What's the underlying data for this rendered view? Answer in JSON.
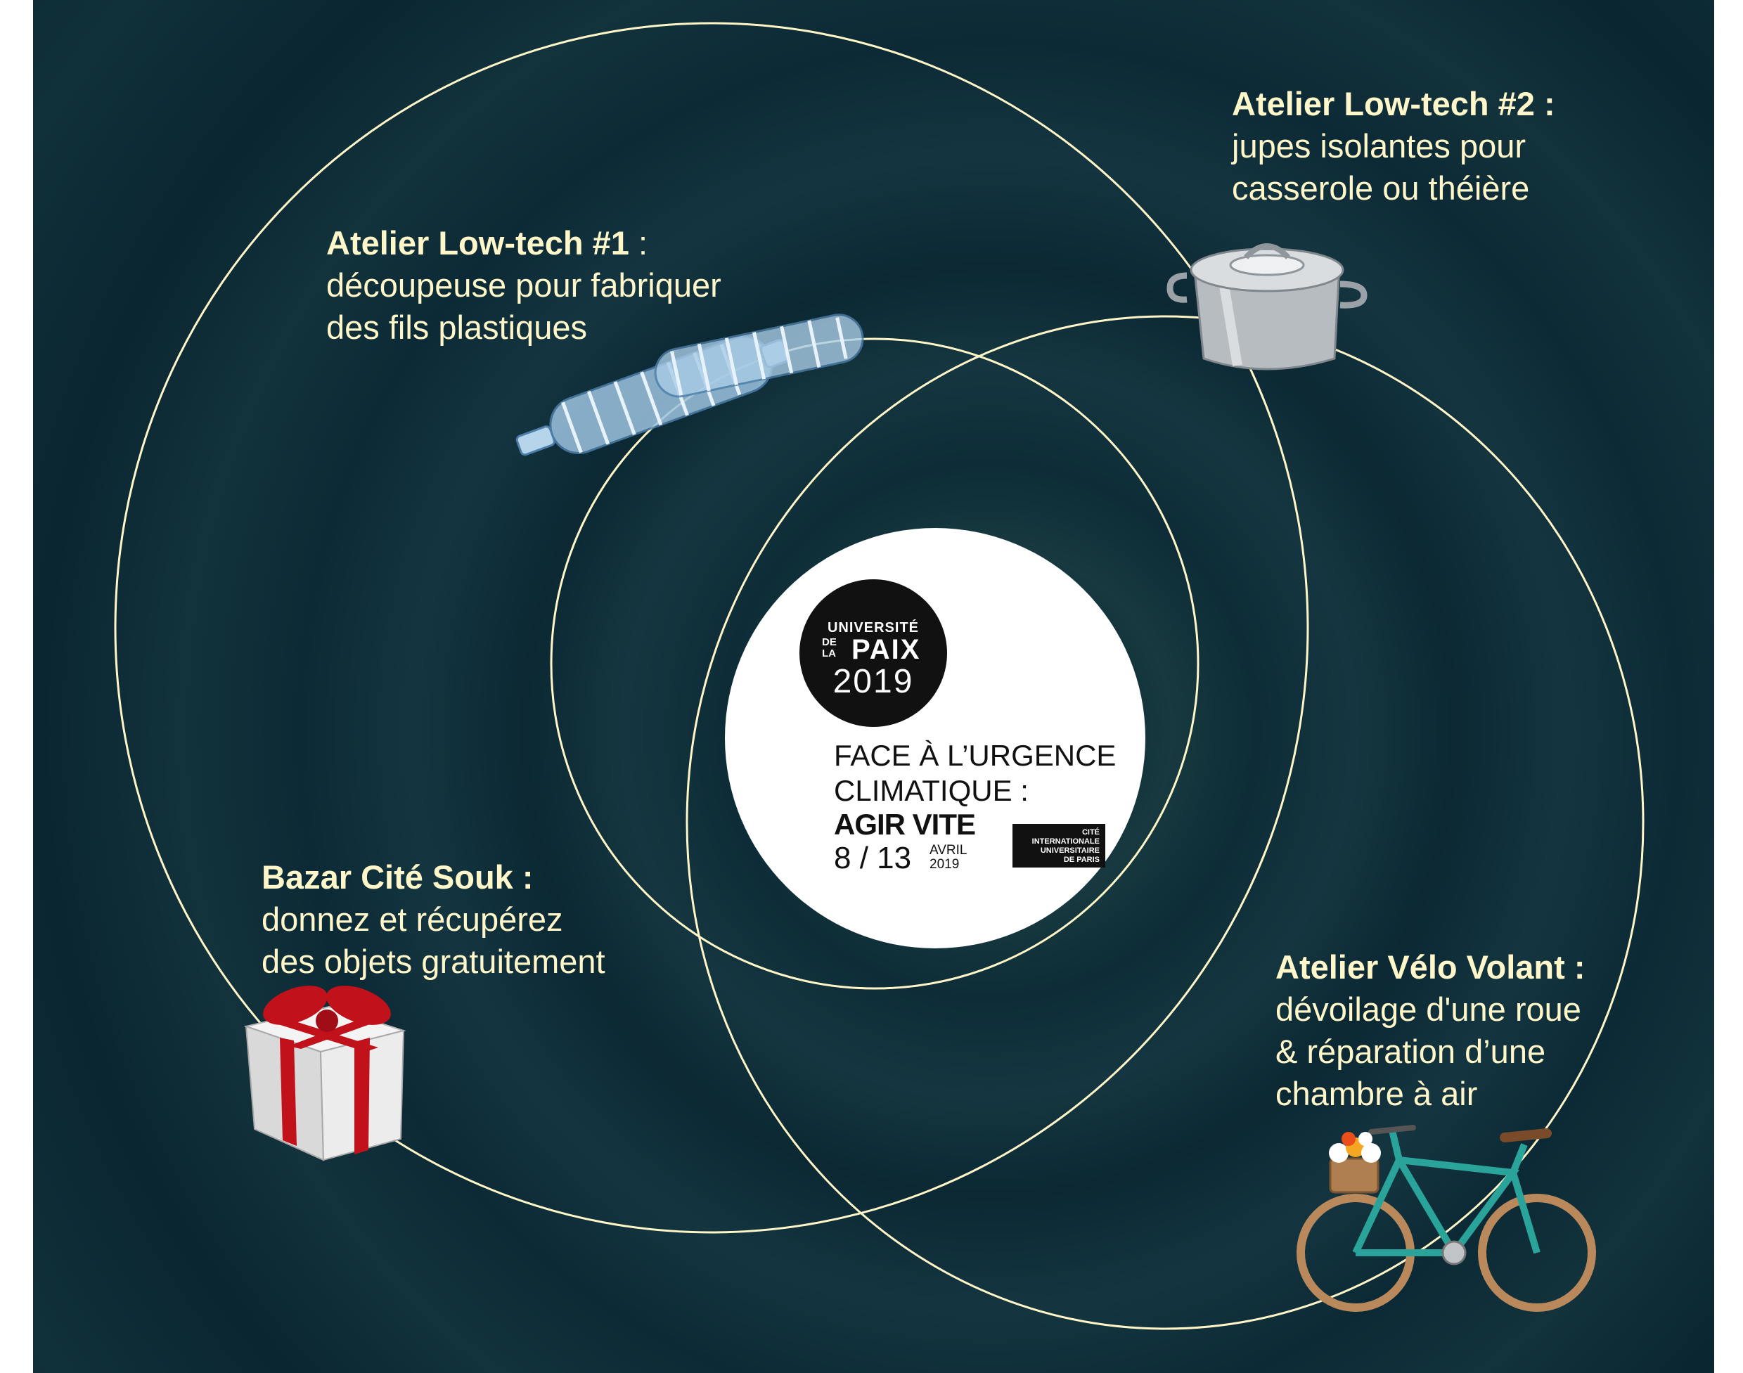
{
  "labels": {
    "lowtech1": {
      "title": "Atelier Low-tech  #1",
      "sep": " :",
      "lines": [
        "découpeuse pour fabriquer",
        "des fils plastiques"
      ]
    },
    "lowtech2": {
      "title": "Atelier Low-tech #2 :",
      "lines": [
        "jupes isolantes pour",
        "casserole ou théière"
      ]
    },
    "bazar": {
      "title": "Bazar Cité Souk :",
      "lines": [
        "donnez et récupérez",
        "des objets gratuitement"
      ]
    },
    "velo": {
      "title": "Atelier Vélo Volant :",
      "lines": [
        "dévoilage d'une roue",
        "& réparation d’une",
        "chambre à air"
      ]
    }
  },
  "center": {
    "badge": {
      "line1": "UNIVERSITÉ",
      "line2a": "DE",
      "line2b": "LA",
      "line3": "PAIX",
      "line4": "2019"
    },
    "heading1": "FACE À L’URGENCE",
    "heading2": "CLIMATIQUE :",
    "heading3": "AGIR VITE",
    "dates": "8 / 13",
    "month": "AVRIL",
    "year": "2019",
    "ciup": [
      "CITÉ",
      "INTERNATIONALE",
      "UNIVERSITAIRE",
      "DE PARIS"
    ]
  },
  "colors": {
    "background": "#0c2b36",
    "orbit": "#fff6c8",
    "label_text": "#fff7c9",
    "disc": "#ffffff",
    "ribbon": "#c1121b",
    "bike": "#2aa39a"
  },
  "icons": [
    "plastic-bottles-icon",
    "cooking-pot-icon",
    "gift-box-icon",
    "bicycle-icon"
  ]
}
